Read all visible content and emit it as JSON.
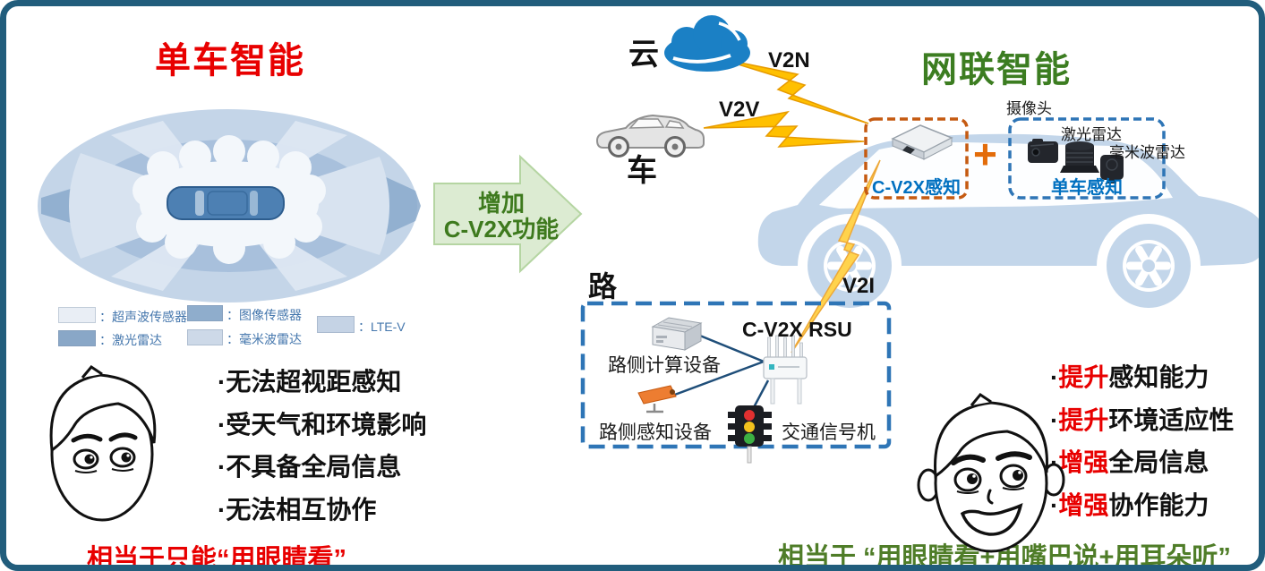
{
  "left": {
    "title": "单车智能",
    "legend": [
      {
        "label": "：超声波传感器",
        "color": "#e9eef5"
      },
      {
        "label": "：图像传感器",
        "color": "#8fadcc"
      },
      {
        "label": "：激光雷达",
        "color": "#89a7c7"
      },
      {
        "label": "：毫米波雷达",
        "color": "#cdd9e8"
      },
      {
        "label": "：LTE-V",
        "color": "#c5d3e5"
      }
    ],
    "bullets": [
      "·无法超视距感知",
      "·受天气和环境影响",
      "·不具备全局信息",
      "·无法相互协作"
    ],
    "conclusion": "相当于只能“用眼睛看”"
  },
  "transform_arrow": {
    "line1": "增加",
    "line2": "C-V2X功能"
  },
  "topology": {
    "cloud_label": "云",
    "v2n_label": "V2N",
    "v2v_label": "V2V",
    "vehicle_label": "车",
    "v2i_label": "V2I"
  },
  "right": {
    "title": "网联智能",
    "cv2x_box_label": "C-V2X感知",
    "plus_sign": "+",
    "camera_label": "摄像头",
    "lidar_label": "激光雷达",
    "radar_label": "毫米波雷达",
    "vehicle_sense_label": "单车感知",
    "road": {
      "label": "路",
      "rsu_label": "C-V2X RSU",
      "computing_label": "路侧计算设备",
      "sensing_label": "路侧感知设备",
      "signal_label": "交通信号机"
    },
    "bullets": [
      {
        "prefix": "·",
        "emphasis": "提升",
        "text": "感知能力"
      },
      {
        "prefix": "·",
        "emphasis": "提升",
        "text": "环境适应性"
      },
      {
        "prefix": "·",
        "emphasis": "增强",
        "text": "全局信息"
      },
      {
        "prefix": "·",
        "emphasis": "增强",
        "text": "协作能力"
      }
    ],
    "conclusion": "相当于 “用眼睛看+用嘴巴说+用耳朵听”"
  },
  "colors": {
    "accent_red": "#e80000",
    "title_green": "#3c7d21",
    "arrow_text_green": "#3e7a1e",
    "conclusion_green": "#4f7d28",
    "label_blue": "#0070c0",
    "dashed_orange": "#c55a11",
    "dashed_blue": "#2e75b6",
    "bolt_yellow": "#ffc000",
    "cloud_blue": "#1b80c5",
    "car_silhouette_blue": "#c3d6ea",
    "border_teal": "#215d7c"
  }
}
